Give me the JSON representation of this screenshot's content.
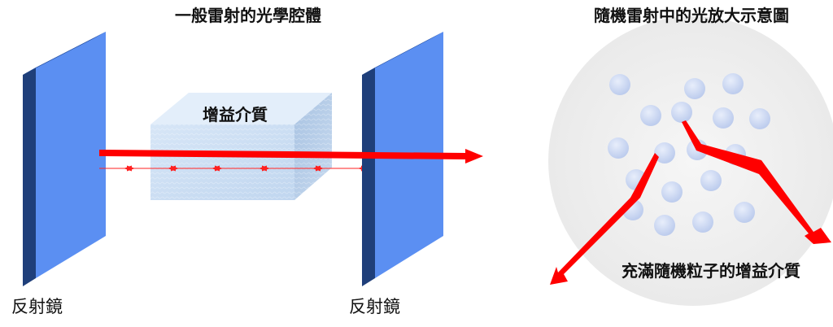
{
  "left_panel": {
    "title": "一般雷射的光學腔體",
    "gain_label": "增益介質",
    "mirror_left_label": "反射鏡",
    "mirror_right_label": "反射鏡"
  },
  "right_panel": {
    "title": "隨機雷射中的光放大示意圖",
    "medium_label": "充滿隨機粒子的增益介質"
  },
  "colors": {
    "mirror_face": "#5b8ff2",
    "mirror_edge": "#1f3f7a",
    "beam": "#ff0000",
    "gain_block": "#c8dcf2",
    "particle": "#c7d5f0",
    "circle_bg": "#f0f0f0"
  }
}
